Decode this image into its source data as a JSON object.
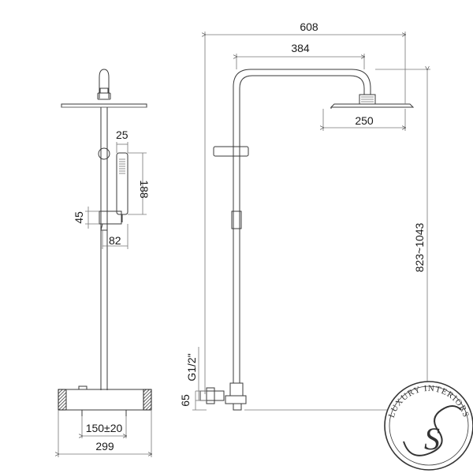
{
  "dimensions": {
    "overall_width": "608",
    "arm_length": "384",
    "head_diameter": "250",
    "height_range": "823~1043",
    "inlet_thread": "G1/2\"",
    "inlet_height": "65",
    "hand_shower_width": "25",
    "hand_shower_length": "188",
    "holder_height": "45",
    "holder_depth": "82",
    "inlet_spacing": "150±20",
    "mixer_width": "299"
  },
  "logo": {
    "text": "LUXURY INTERIORS",
    "monogram": "S"
  },
  "colors": {
    "line": "#3a3a3a",
    "text": "#1a1a1a",
    "logo": "#333333"
  }
}
